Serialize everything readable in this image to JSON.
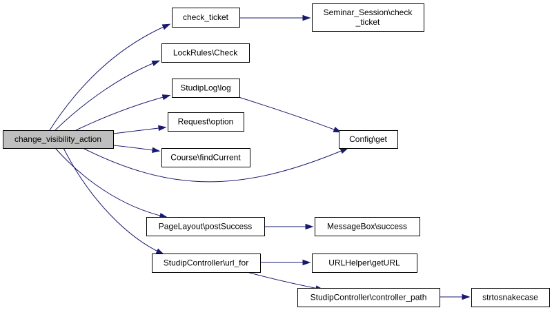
{
  "diagram": {
    "edge_color": "#191970",
    "root_fill": "#bfbfbf",
    "node_fill": "#ffffff",
    "nodes": [
      {
        "id": "change_visibility_action",
        "lines": [
          "change_visibility_action"
        ],
        "root": true
      },
      {
        "id": "check_ticket",
        "lines": [
          "check_ticket"
        ]
      },
      {
        "id": "seminar_session_check_ticket",
        "lines": [
          "Seminar_Session\\check",
          "_ticket"
        ]
      },
      {
        "id": "lockrules_check",
        "lines": [
          "LockRules\\Check"
        ]
      },
      {
        "id": "studiplog_log",
        "lines": [
          "StudipLog\\log"
        ]
      },
      {
        "id": "request_option",
        "lines": [
          "Request\\option"
        ]
      },
      {
        "id": "config_get",
        "lines": [
          "Config\\get"
        ]
      },
      {
        "id": "course_findcurrent",
        "lines": [
          "Course\\findCurrent"
        ]
      },
      {
        "id": "pagelayout_postsuccess",
        "lines": [
          "PageLayout\\postSuccess"
        ]
      },
      {
        "id": "messagebox_success",
        "lines": [
          "MessageBox\\success"
        ]
      },
      {
        "id": "studipcontroller_url_for",
        "lines": [
          "StudipController\\url_for"
        ]
      },
      {
        "id": "urlhelper_geturl",
        "lines": [
          "URLHelper\\getURL"
        ]
      },
      {
        "id": "studipcontroller_controller_path",
        "lines": [
          "StudipController\\controller_path"
        ]
      },
      {
        "id": "strtosnakecase",
        "lines": [
          "strtosnakecase"
        ]
      }
    ],
    "edges": [
      {
        "from": "change_visibility_action",
        "to": "check_ticket"
      },
      {
        "from": "check_ticket",
        "to": "seminar_session_check_ticket"
      },
      {
        "from": "change_visibility_action",
        "to": "lockrules_check"
      },
      {
        "from": "change_visibility_action",
        "to": "studiplog_log"
      },
      {
        "from": "studiplog_log",
        "to": "config_get"
      },
      {
        "from": "change_visibility_action",
        "to": "request_option"
      },
      {
        "from": "change_visibility_action",
        "to": "course_findcurrent"
      },
      {
        "from": "change_visibility_action",
        "to": "config_get"
      },
      {
        "from": "change_visibility_action",
        "to": "pagelayout_postsuccess"
      },
      {
        "from": "pagelayout_postsuccess",
        "to": "messagebox_success"
      },
      {
        "from": "change_visibility_action",
        "to": "studipcontroller_url_for"
      },
      {
        "from": "studipcontroller_url_for",
        "to": "urlhelper_geturl"
      },
      {
        "from": "studipcontroller_url_for",
        "to": "studipcontroller_controller_path"
      },
      {
        "from": "studipcontroller_controller_path",
        "to": "strtosnakecase"
      }
    ]
  }
}
